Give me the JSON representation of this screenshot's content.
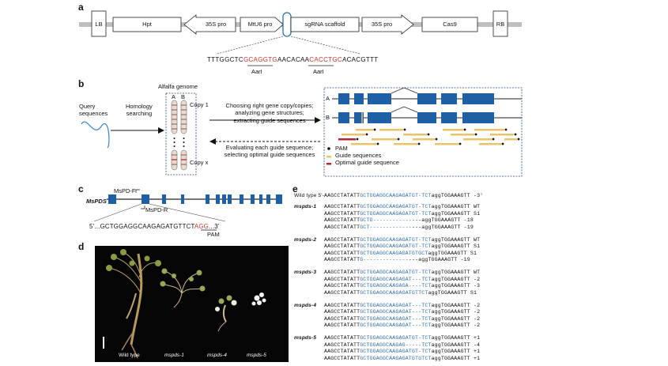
{
  "panels": {
    "a": "a",
    "b": "b",
    "c": "c",
    "d": "d",
    "e": "e"
  },
  "a": {
    "lb": "LB",
    "hpt": "Hpt",
    "p35s_left": "35S pro",
    "mtu6": "MtU6 pro",
    "scaffold": "sgRNA scaffold",
    "p35s_right": "35S pro",
    "cas9": "Cas9",
    "rb": "RB",
    "seq_pre": "TTTGGCTC",
    "seq_site1": "GCAGGTG",
    "seq_mid": "AACACAA",
    "seq_site2": "CACCTGC",
    "seq_post": "ACACGTTT",
    "aarl_1": "AarI",
    "aarl_2": "AarI"
  },
  "b": {
    "query": "Query\nsequences",
    "homology": "Homology\nsearching",
    "genome": "Alfalfa genome",
    "chr_a": "A",
    "chr_b": "B",
    "copy1": "Copy 1",
    "copyx": "Copy x",
    "choose": "Choosing right gene copy/copies;\nanalyzing gene structures;\nextracting guide sequences",
    "evaluate": "Evaluating each guide sequence;\nselecting optimal guide sequences",
    "gene_a": "A",
    "gene_b": "B",
    "legend_pam": "PAM",
    "legend_guide": "Guide sequences",
    "legend_opt": "Optimal guide sequence",
    "colors": {
      "exon": "#1f5fa6",
      "guide": "#e8c46a",
      "optimal": "#b0283a",
      "pam": "#111111"
    }
  },
  "c": {
    "gene": "MsPDS",
    "primer_f": "MsPD-F",
    "primer_r": "MsPD-R",
    "seq_pre": "5'...GCTGGAGGCAAGAGATGTTCT",
    "seq_pam": "AGG",
    "seq_post": "...3'",
    "pam": "PAM"
  },
  "d": {
    "labels": [
      "Wild type",
      "mspds-1",
      "mspds-4",
      "mspds-5"
    ]
  },
  "e": {
    "wildtype_label": "Wild type 5'-",
    "wildtype_seq": [
      "AAGCCTATATT",
      "GCTGGAGGCAAGAGATGT",
      "-TCT",
      "aggTGGAAAGTT",
      "-3'"
    ],
    "groups": [
      {
        "name": "mspds-1",
        "rows": [
          [
            "AAGCCTATATT",
            "GCTGGAGGCAAGAGATGT",
            "-TCT",
            "aggTGGAAAGTT",
            "WT"
          ],
          [
            "AAGCCTATATT",
            "GCTGGAGGCAAGAGATGT",
            "-TCT",
            "aggTGGAAAGTT",
            "S1"
          ],
          [
            "AAGCCTATATT",
            "GCTG------",
            "------",
            "---aggTGGAAAGTT",
            "-18"
          ],
          [
            "AAGCCTATATT",
            "GCT-------",
            "------",
            "---aggTGGAAAGTT",
            "-19"
          ]
        ]
      },
      {
        "name": "mspds-2",
        "rows": [
          [
            "AAGCCTATATT",
            "GCTGGAGGCAAGAGATGT",
            "-TCT",
            "aggTGGAAAGTT",
            "WT"
          ],
          [
            "AAGCCTATATT",
            "GCTGGAGGCAAGAGATGT",
            "-TCT",
            "aggTGGAAAGTT",
            "S1"
          ],
          [
            "AAGCCTATATT",
            "GCTGGAGGCAAGAGATGT",
            "GCT",
            "aggTGGAAAGTT",
            "S1"
          ],
          [
            "AAGCCTATATT",
            "G--------",
            "------",
            "---aggTGGAAAGTT",
            "-19"
          ]
        ]
      },
      {
        "name": "mspds-3",
        "rows": [
          [
            "AAGCCTATATT",
            "GCTGGAGGCAAGAGATGT",
            "-TCT",
            "aggTGGAAAGTT",
            "WT"
          ],
          [
            "AAGCCTATATT",
            "GCTGGAGGCAAGAGAT",
            "---TCT",
            "aggTGGAAAGTT",
            "-2"
          ],
          [
            "AAGCCTATATT",
            "GCTGGAGGCAAGAGA",
            "----TCT",
            "aggTGGAAAGTT",
            "-3"
          ],
          [
            "AAGCCTATATT",
            "GCTGGAGGCAAGAGATGT",
            "TCT",
            "aggTGGAAAGTT",
            "S1"
          ]
        ]
      },
      {
        "name": "mspds-4",
        "rows": [
          [
            "AAGCCTATATT",
            "GCTGGAGGCAAGAGAT",
            "---TCT",
            "aggTGGAAAGTT",
            "-2"
          ],
          [
            "AAGCCTATATT",
            "GCTGGAGGCAAGAGAT",
            "---TCT",
            "aggTGGAAAGTT",
            "-2"
          ],
          [
            "AAGCCTATATT",
            "GCTGGAGGCAAGAGAT",
            "---TCT",
            "aggTGGAAAGTT",
            "-2"
          ],
          [
            "AAGCCTATATT",
            "GCTGGAGGCAAGAGAT",
            "---TCT",
            "aggTGGAAAGTT",
            "-2"
          ]
        ]
      },
      {
        "name": "mspds-5",
        "rows": [
          [
            "AAGCCTATATT",
            "GCTGGAGGCAAGAGATGT",
            "-TCT",
            "aggTGGAAAGTT",
            "+1"
          ],
          [
            "AAGCCTATATT",
            "GCTGGAGGCAAGAG",
            "-----TCT",
            "aggTGGAAAGTT",
            "-4"
          ],
          [
            "AAGCCTATATT",
            "GCTGGAGGCAAGAGATGT",
            "-TCT",
            "aggTGGAAAGTT",
            "+1"
          ],
          [
            "AAGCCTATATT",
            "GCTGGAGGCAAGAGATGT",
            "GTCT",
            "aggTGGAAAGTT",
            "+1"
          ]
        ]
      }
    ]
  }
}
